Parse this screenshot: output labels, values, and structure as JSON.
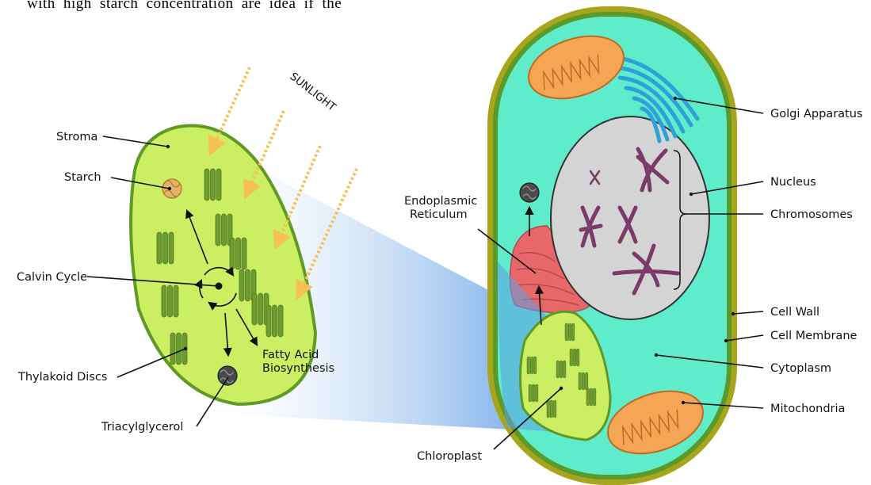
{
  "caption": "with high starch concentration are idea if the",
  "sunlight": "SUNLIGHT",
  "labels": {
    "stroma": "Stroma",
    "starch": "Starch",
    "calvin_cycle": "Calvin Cycle",
    "thylakoid_discs": "Thylakoid Discs",
    "triacylglycerol": "Triacylglycerol",
    "fatty_acid_1": "Fatty Acid",
    "fatty_acid_2": "Biosynthesis",
    "er_1": "Endoplasmic",
    "er_2": "Reticulum",
    "chloroplast": "Chloroplast",
    "golgi": "Golgi Apparatus",
    "nucleus": "Nucleus",
    "chromosomes": "Chromosomes",
    "cell_wall": "Cell Wall",
    "cell_membrane": "Cell Membrane",
    "cytoplasm": "Cytoplasm",
    "mitochondria": "Mitochondria"
  },
  "colors": {
    "stroma_fill": "#cbee62",
    "stroma_stroke": "#5f9a26",
    "thylakoid": "#6f9b34",
    "cell_wall": "#a8a41c",
    "membrane": "#5a9a2a",
    "cytoplasm": "#5eecca",
    "nucleus": "#d4d4d4",
    "chromosome": "#7b3a67",
    "golgi": "#2fa0d8",
    "mitochondria": "#f4a654",
    "er": "#e8686a",
    "sunlight": "#f7c056"
  }
}
